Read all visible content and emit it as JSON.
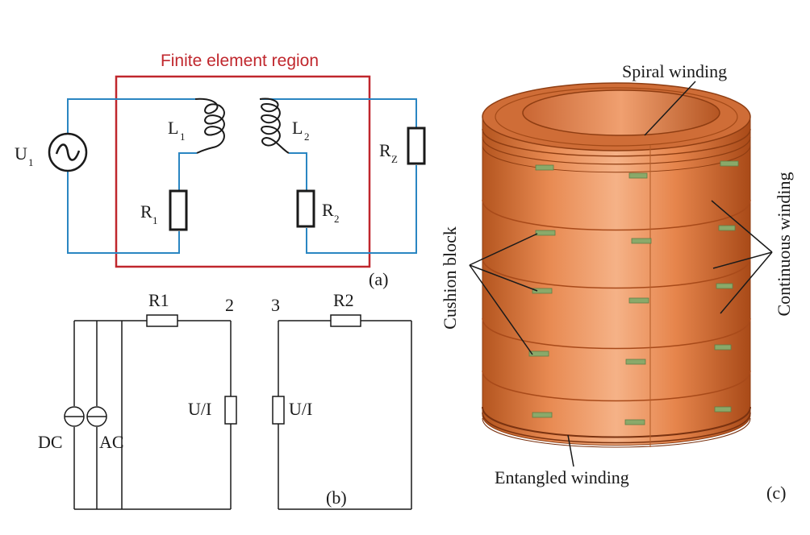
{
  "colors": {
    "region_border": "#c0272d",
    "wire_blue": "#2a86c2",
    "ink": "#1a1a1a",
    "copper_dark": "#a84a1a",
    "copper_mid": "#d77a45",
    "copper_light": "#f2a878",
    "cushion_green": "#8aa96a"
  },
  "panel_a": {
    "region_title": "Finite element region",
    "source_label": "U",
    "source_sub": "1",
    "l1_label": "L",
    "l1_sub": "1",
    "l2_label": "L",
    "l2_sub": "2",
    "r1_label": "R",
    "r1_sub": "1",
    "r2_label": "R",
    "r2_sub": "2",
    "rz_label": "R",
    "rz_sub": "Z",
    "caption": "(a)"
  },
  "panel_b": {
    "r1_label": "R1",
    "r2_label": "R2",
    "node2_label": "2",
    "node3_label": "3",
    "ui_left_label": "U/I",
    "ui_right_label": "U/I",
    "dc_label": "DC",
    "ac_label": "AC",
    "caption": "(b)"
  },
  "panel_c": {
    "spiral_label": "Spiral winding",
    "continuous_label": "Continuous winding",
    "cushion_label": "Cushion block",
    "entangled_label": "Entangled winding",
    "caption": "(c)"
  }
}
